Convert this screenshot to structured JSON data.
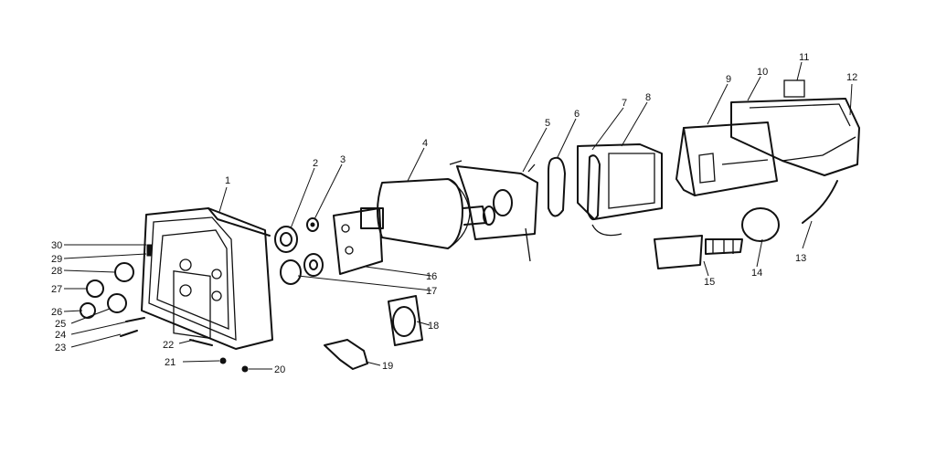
{
  "callouts": [
    {
      "id": "1",
      "text": "1"
    },
    {
      "id": "2",
      "text": "2"
    },
    {
      "id": "3",
      "text": "3"
    },
    {
      "id": "4",
      "text": "4"
    },
    {
      "id": "5",
      "text": "5"
    },
    {
      "id": "6",
      "text": "6"
    },
    {
      "id": "7",
      "text": "7"
    },
    {
      "id": "8",
      "text": "8"
    },
    {
      "id": "9",
      "text": "9"
    },
    {
      "id": "10",
      "text": "10"
    },
    {
      "id": "11",
      "text": "11"
    },
    {
      "id": "12",
      "text": "12"
    },
    {
      "id": "13",
      "text": "13"
    },
    {
      "id": "14",
      "text": "14"
    },
    {
      "id": "15",
      "text": "15"
    },
    {
      "id": "16",
      "text": "16"
    },
    {
      "id": "17",
      "text": "17"
    },
    {
      "id": "18",
      "text": "18"
    },
    {
      "id": "19",
      "text": "19"
    },
    {
      "id": "20",
      "text": "20"
    },
    {
      "id": "21",
      "text": "21"
    },
    {
      "id": "22",
      "text": "22"
    },
    {
      "id": "23",
      "text": "23"
    },
    {
      "id": "24",
      "text": "24"
    },
    {
      "id": "25",
      "text": "25"
    },
    {
      "id": "26",
      "text": "26"
    },
    {
      "id": "27",
      "text": "27"
    },
    {
      "id": "28",
      "text": "28"
    },
    {
      "id": "29",
      "text": "29"
    },
    {
      "id": "30",
      "text": "30"
    }
  ]
}
